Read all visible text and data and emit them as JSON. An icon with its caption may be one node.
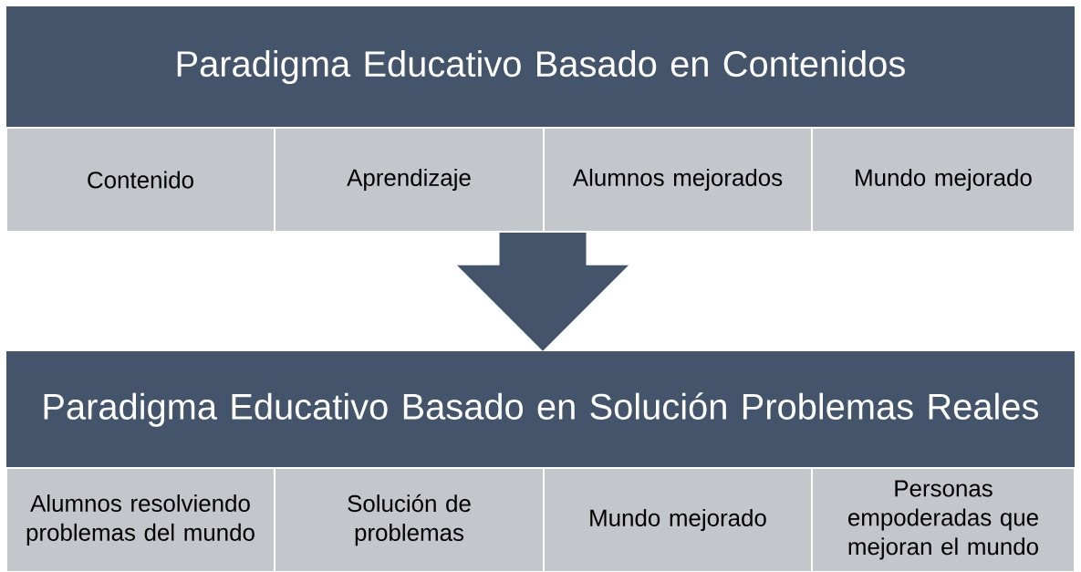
{
  "diagram": {
    "nodes": [
      {
        "text": [
          "Paradigma Educativo Basado en Contenidos"
        ]
      },
      {
        "text": [
          "Contenido"
        ]
      },
      {
        "text": [
          "Aprendizaje"
        ]
      },
      {
        "text": [
          "Alumnos mejorados"
        ]
      },
      {
        "text": [
          "Mundo mejorado"
        ]
      },
      {
        "text": [
          "Paradigma Educativo Basado en Solución Problemas Reales"
        ]
      },
      {
        "text": [
          "Alumnos resolviendo problemas del mundo"
        ]
      },
      {
        "text": [
          "Solución de problemas"
        ]
      },
      {
        "text": [
          "Mundo mejorado"
        ]
      },
      {
        "text": [
          "Personas empoderadas que mejoran el mundo"
        ]
      }
    ],
    "edges": [
      {
        "from": 3,
        "to": 5,
        "arrow": "to"
      }
    ]
  }
}
